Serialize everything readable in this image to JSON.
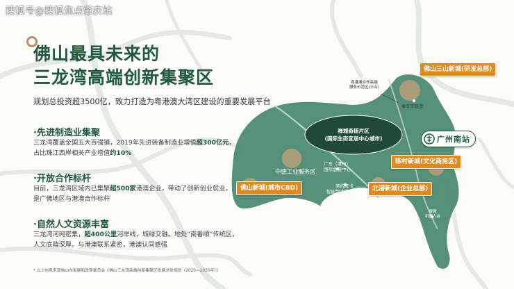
{
  "watermark": "搜狐号@搜狐焦点肇庆站",
  "title": {
    "line1": "佛山最具未来的",
    "line2": "三龙湾高端创新集聚区"
  },
  "subtitle": "规划总投资超3500亿，致力打造为粤港澳大湾区建设的重要发展平台",
  "sections": [
    {
      "heading": "·先进制造业集聚",
      "body": [
        [
          "三龙湾覆盖全国五大百强镇，2019年先进装备制造业增值",
          "超300亿元",
          "，"
        ],
        [
          "占比珠江西岸相关产业增值",
          "约10%",
          ""
        ]
      ]
    },
    {
      "heading": "·开放合作标杆",
      "body": [
        [
          "目前，三龙湾区域内已集聚",
          "超500家",
          "港澳企业，带动了创新创业就业，"
        ],
        [
          "是广佛地区与港澳合作标杆",
          "",
          ""
        ]
      ]
    },
    {
      "heading": "·自然人文资源丰富",
      "body": [
        [
          "三龙湾河网密集，",
          "超400公里",
          "河岸线，城绿交融。地处“南番顺”传统区，"
        ],
        [
          "人文底蕴深厚。与港澳联系紧密，港澳认同感强",
          "",
          ""
        ]
      ]
    }
  ],
  "footnote": "* 以上信息来源佛山市发展和改革委员会《佛山三龙湾高端创新集聚区发展总体规划（2020—2035年）》",
  "map": {
    "tags": {
      "sanshan": "佛山三山新城(研发总部)",
      "chencun": "陈村新城(文化商务区)",
      "foshan_cbd": "佛山新城(城市CBD)",
      "beijiao": "北滘新城(企业总部)"
    },
    "center": {
      "line1": "禅城奇槎片区",
      "line2": "(国际生态宜居中心城市)"
    },
    "station": "广州南站",
    "labels": {
      "zhongde": "中德工业服务区",
      "lizhu": "季华实验室",
      "yuegangao_line1": "粤港澳合作高端",
      "yuegangao_line2": "服务示范区(三山)",
      "guangdong_line1": "广东（潭州）",
      "guangdong_line2": "国际会展中心",
      "meide_line1": "美的库卡",
      "meide_line2": "智能制造产业基地",
      "shunde_line1": "顺德",
      "shunde_line2": "机器人谷"
    }
  },
  "colors": {
    "brand_green": "#1f5a3c",
    "zone_green": "#4d8c72",
    "tag_orange": "#e08a1e",
    "accent_tan": "#b8906a"
  }
}
